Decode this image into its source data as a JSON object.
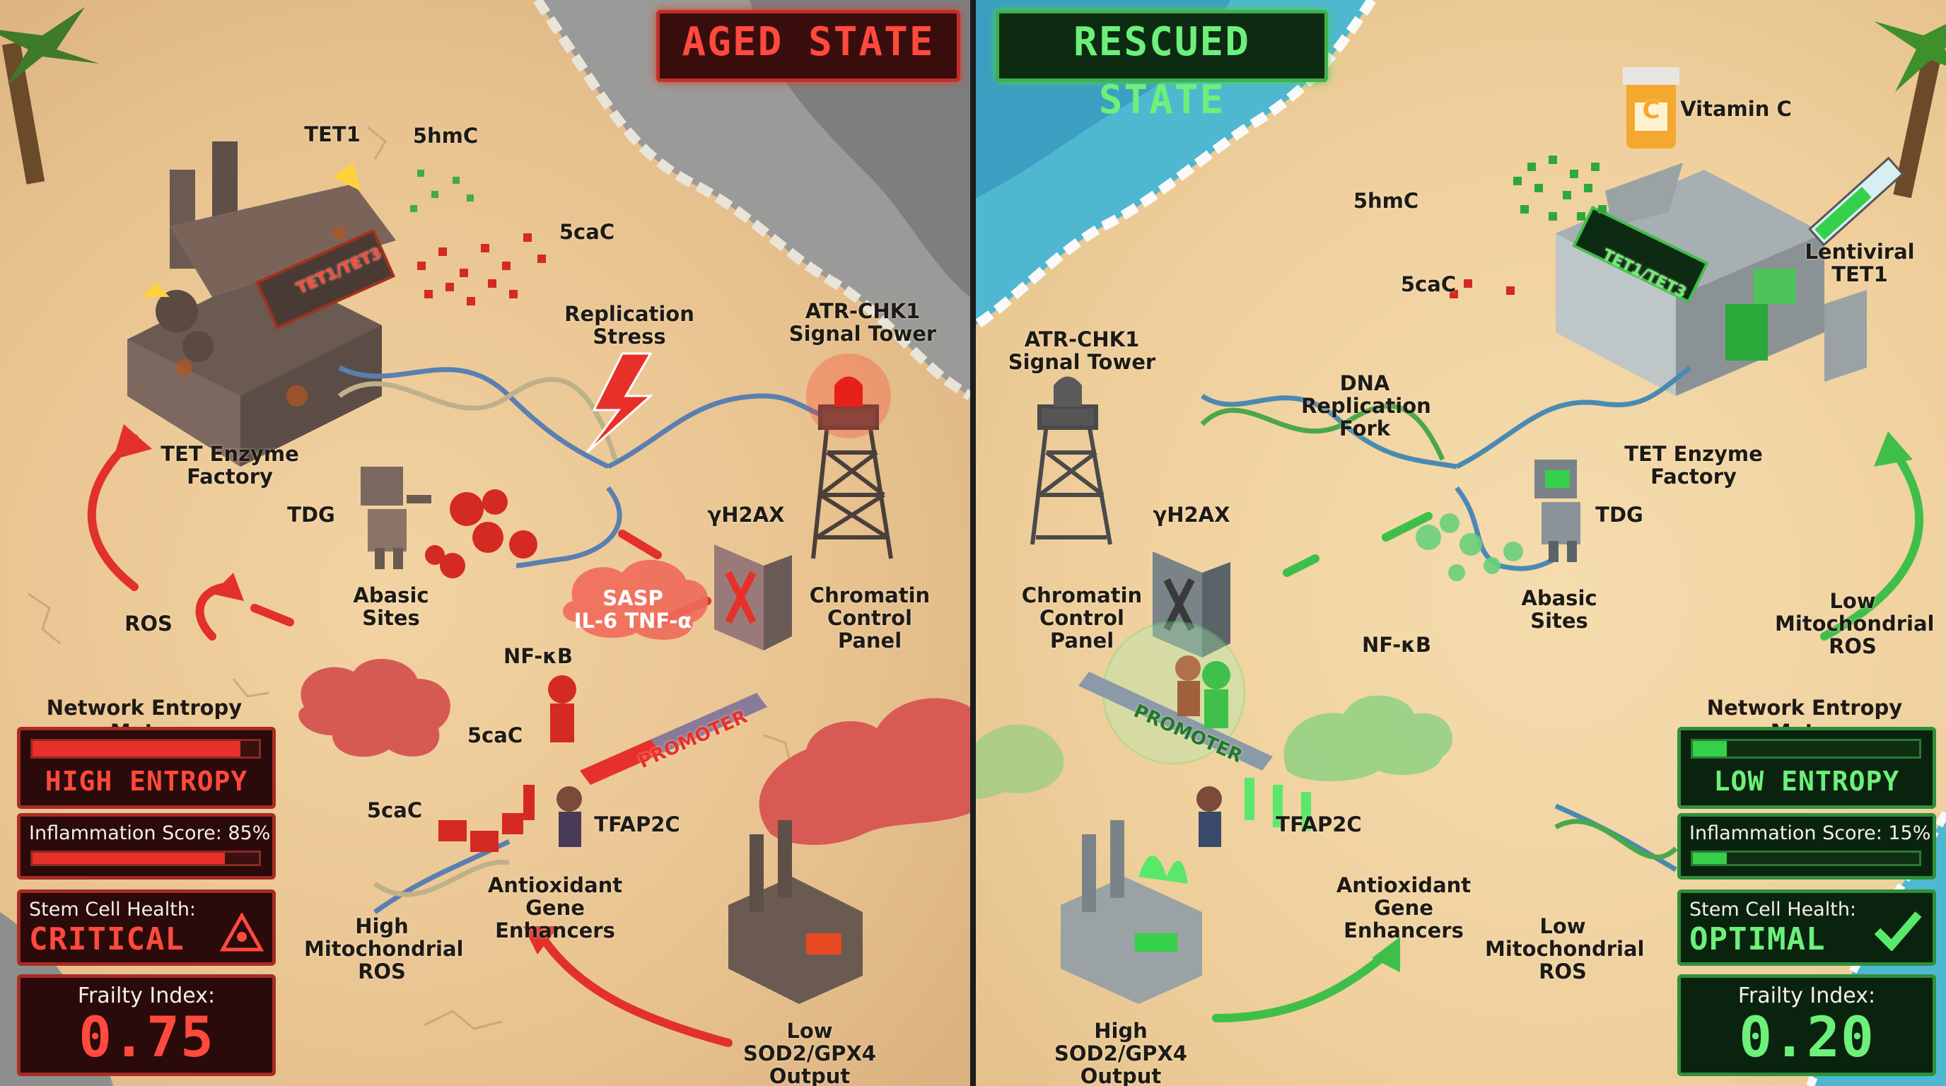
{
  "aged": {
    "title": "AGED STATE",
    "labels": {
      "tet1": "TET1",
      "hmc": "5hmC",
      "cac_top": "5caC",
      "factory": "TET Enzyme\nFactory",
      "factory_sign": "TET1/TET3",
      "replication": "Replication\nStress",
      "atr": "ATR-CHK1\nSignal Tower",
      "tdg": "TDG",
      "abasic": "Abasic\nSites",
      "h2ax": "γH2AX",
      "chromatin": "Chromatin\nControl Panel",
      "ros": "ROS",
      "sasp": "SASP\nIL-6  TNF-α",
      "nfkb": "NF-κB",
      "cac_mid": "5caC",
      "cac_low": "5caC",
      "tfap2c": "TFAP2C",
      "promoter": "PROMOTER",
      "antiox": "Antioxidant\nGene Enhancers",
      "high_ros": "High\nMitochondrial\nROS",
      "sod_out": "Low SOD2/GPX4\nOutput"
    },
    "meters": {
      "entropy_title": "Network Entropy Meter",
      "entropy_value": "HIGH ENTROPY",
      "entropy_level": 0.92,
      "inflammation_label": "Inflammation Score: 85%",
      "inflammation_level": 0.85,
      "stem_label": "Stem Cell Health:",
      "stem_value": "CRITICAL",
      "frailty_label": "Frailty Index:",
      "frailty_value": "0.75"
    }
  },
  "rescued": {
    "title": "RESCUED STATE",
    "labels": {
      "vitc": "Vitamin C",
      "vitc_cap": "C",
      "hmc": "5hmC",
      "cac": "5caC",
      "lenti": "Lentiviral\nTET1",
      "factory_sign": "TET1/TET3",
      "atr": "ATR-CHK1\nSignal Tower",
      "dna_fork": "DNA\nReplication\nFork",
      "factory": "TET Enzyme\nFactory",
      "h2ax": "γH2AX",
      "tdg": "TDG",
      "abasic": "Abasic\nSites",
      "chromatin": "Chromatin\nControl Panel",
      "nfkb": "NF-κB",
      "low_ros_top": "Low\nMitochondrial\nROS",
      "promoter": "PROMOTER",
      "tfap2c": "TFAP2C",
      "antiox": "Antioxidant\nGene Enhancers",
      "low_ros": "Low\nMitochondrial\nROS",
      "sod_out": "High SOD2/GPX4\nOutput"
    },
    "meters": {
      "entropy_title": "Network Entropy Meter",
      "entropy_value": "LOW ENTROPY",
      "entropy_level": 0.15,
      "inflammation_label": "Inflammation Score: 15%",
      "inflammation_level": 0.15,
      "stem_label": "Stem Cell Health:",
      "stem_value": "OPTIMAL",
      "frailty_label": "Frailty Index:",
      "frailty_value": "0.20"
    }
  },
  "colors": {
    "aged_accent": "#e8302a",
    "rescued_accent": "#35d04a",
    "sand": "#efd09d",
    "ocean": "#5fc7d6"
  }
}
